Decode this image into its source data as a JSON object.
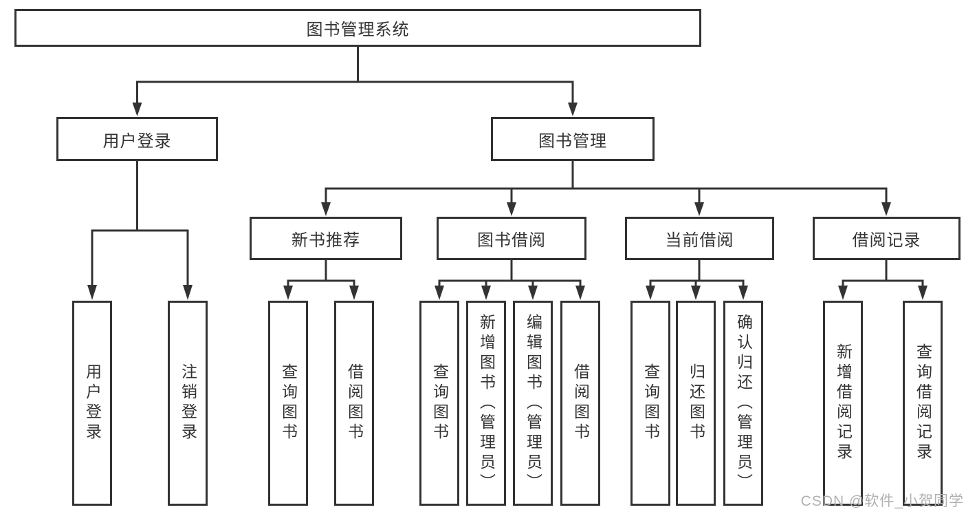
{
  "tree": {
    "label": "图书管理系统",
    "children": [
      {
        "label": "用户登录",
        "children": [
          {
            "label": "用户登录"
          },
          {
            "label": "注销登录"
          }
        ]
      },
      {
        "label": "图书管理",
        "children": [
          {
            "label": "新书推荐",
            "children": [
              {
                "label": "查询图书"
              },
              {
                "label": "借阅图书"
              }
            ]
          },
          {
            "label": "图书借阅",
            "children": [
              {
                "label": "查询图书"
              },
              {
                "label": "新增图书（管理员）"
              },
              {
                "label": "编辑图书（管理员）"
              },
              {
                "label": "借阅图书"
              }
            ]
          },
          {
            "label": "当前借阅",
            "children": [
              {
                "label": "查询图书"
              },
              {
                "label": "归还图书"
              },
              {
                "label": "确认归还（管理员）"
              }
            ]
          },
          {
            "label": "借阅记录",
            "children": [
              {
                "label": "新增借阅记录"
              },
              {
                "label": "查询借阅记录"
              }
            ]
          }
        ]
      }
    ]
  },
  "watermark": {
    "text": "CSDN @软件_小贺同学"
  },
  "colors": {
    "line": "#333333",
    "text": "#333333",
    "node_background": "#ffffff",
    "watermark": "#b3b0b0",
    "background": "#ffffff"
  }
}
